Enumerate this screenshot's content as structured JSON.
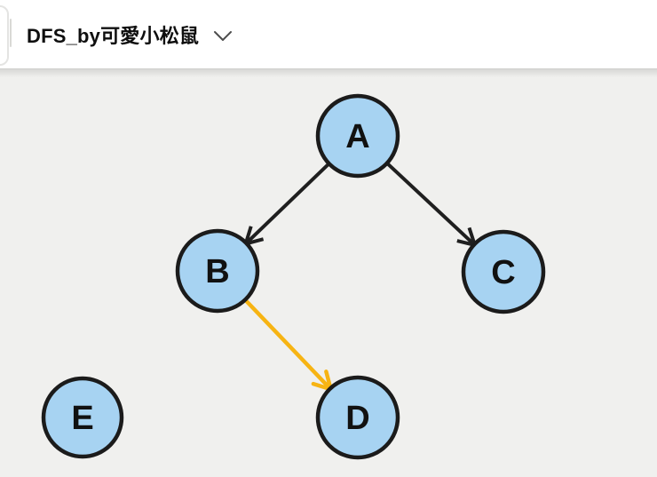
{
  "header": {
    "title": "DFS_by可愛小松鼠"
  },
  "colors": {
    "header_bg": "#ffffff",
    "canvas_bg": "#f0f0ee",
    "node_fill": "#a7d3f2",
    "node_stroke": "#1b1b1b",
    "edge_default": "#1f1f1f",
    "edge_highlight": "#f7b413",
    "chevron": "#4d4d4d"
  },
  "graph": {
    "nodes": [
      {
        "id": "A",
        "label": "A"
      },
      {
        "id": "B",
        "label": "B"
      },
      {
        "id": "C",
        "label": "C"
      },
      {
        "id": "D",
        "label": "D"
      },
      {
        "id": "E",
        "label": "E"
      }
    ],
    "edges": [
      {
        "from": "A",
        "to": "B",
        "style": "default"
      },
      {
        "from": "A",
        "to": "C",
        "style": "default"
      },
      {
        "from": "B",
        "to": "D",
        "style": "highlight"
      }
    ]
  }
}
